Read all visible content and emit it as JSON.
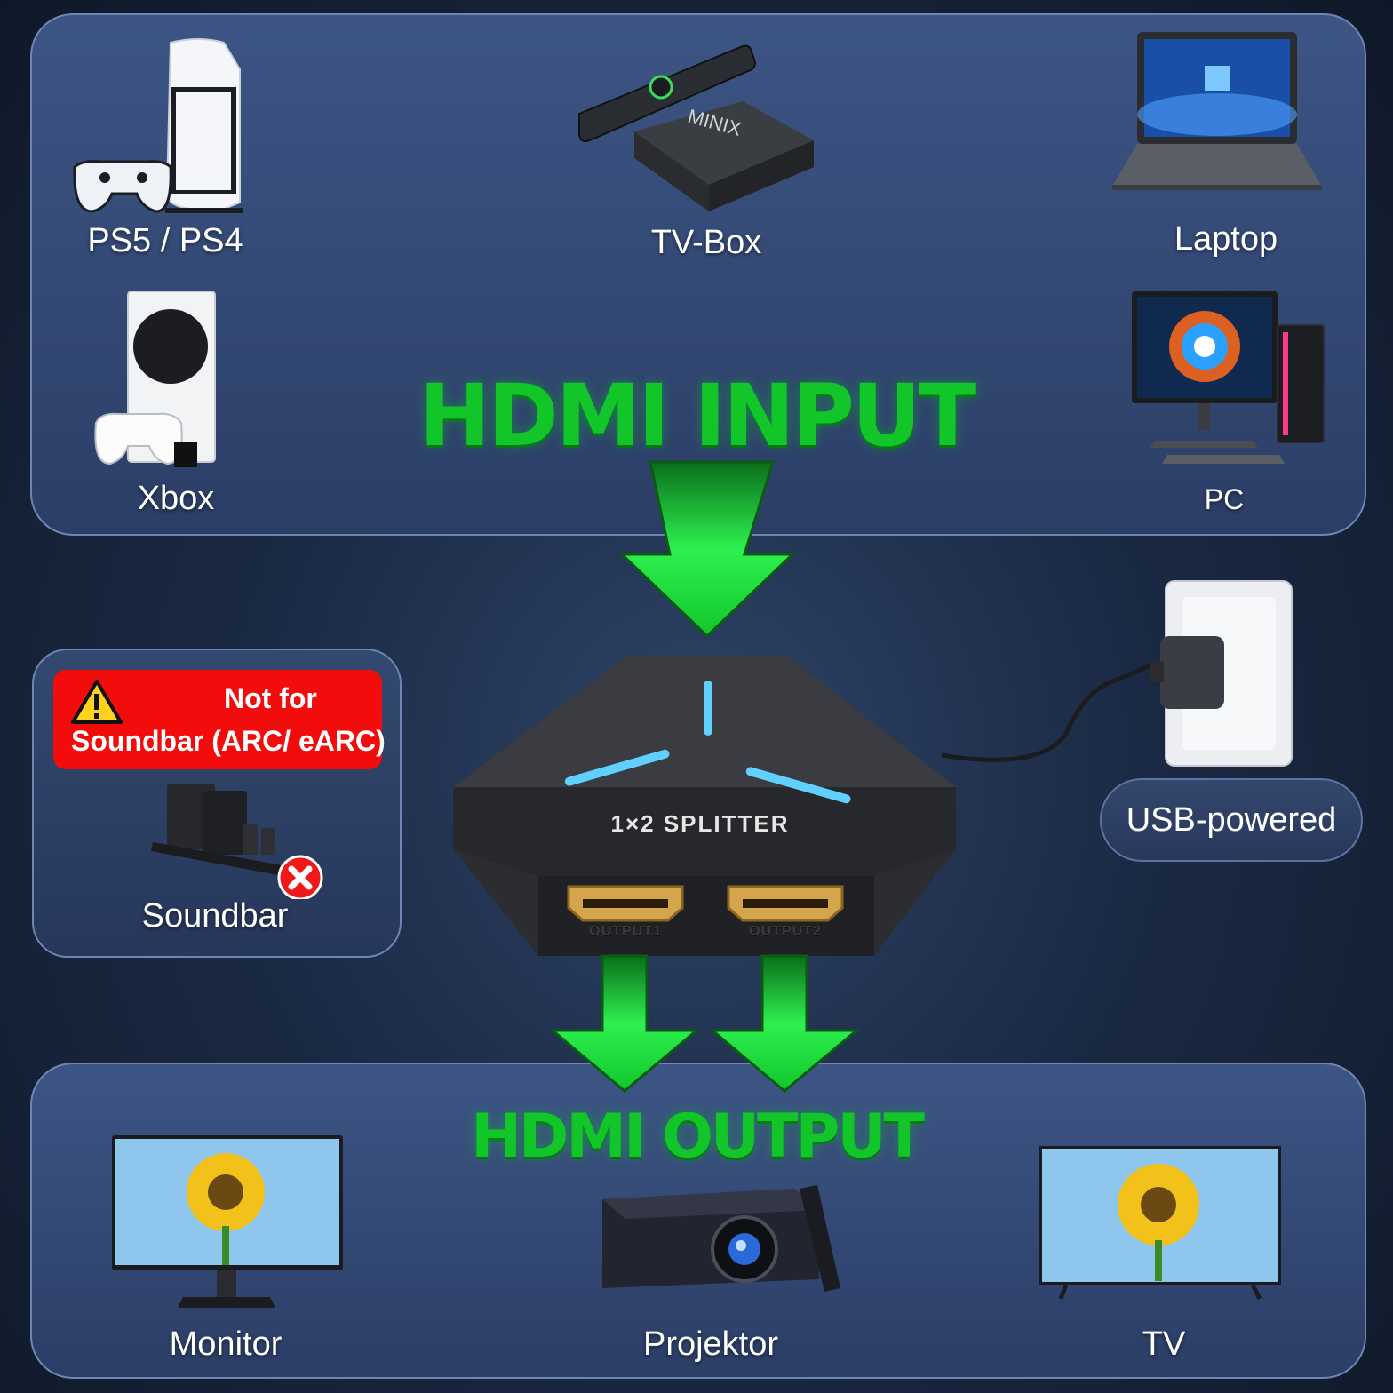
{
  "headline_input": "HDMI INPUT",
  "headline_output": "HDMI OUTPUT",
  "inputs": {
    "ps": "PS5 / PS4",
    "tvbox": "TV-Box",
    "tvbox_brand": "MINIX",
    "laptop": "Laptop",
    "xbox": "Xbox",
    "pc": "PC"
  },
  "warning": {
    "line1": "Not for",
    "line2": "Soundbar (ARC/ eARC)",
    "device_label": "Soundbar"
  },
  "power": {
    "label": "USB-powered"
  },
  "splitter": {
    "label": "1×2 SPLITTER",
    "port1": "OUTPUT1",
    "port2": "OUTPUT2"
  },
  "outputs": {
    "monitor": "Monitor",
    "projector": "Projektor",
    "tv": "TV"
  },
  "colors": {
    "arrow_green": "#12c62a",
    "warning_red": "#f20c0c",
    "led_blue": "#5fd0ff"
  }
}
